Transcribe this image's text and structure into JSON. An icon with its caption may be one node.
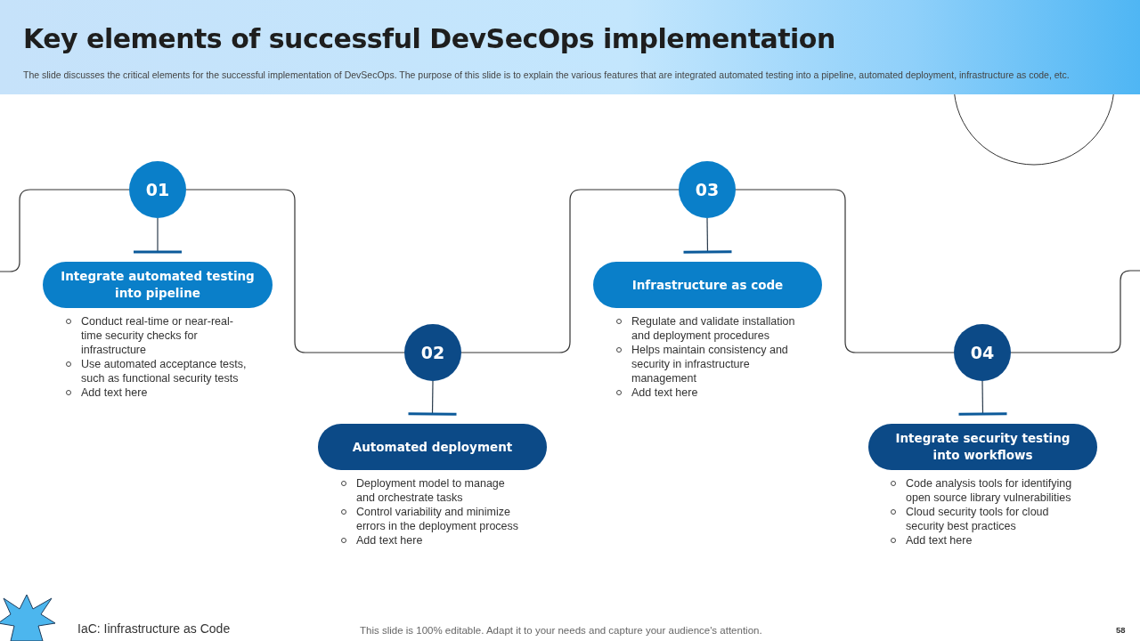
{
  "diagram": {
    "title": "Key elements of successful DevSecOps implementation",
    "nodes": [
      {
        "text": [
          "01"
        ]
      },
      {
        "text": [
          "Integrate automated testing into pipeline"
        ],
        "beside": [
          "Conduct real-time or near-real-time security checks for infrastructure",
          "Use automated acceptance tests, such as functional security tests",
          "Add text here"
        ]
      },
      {
        "text": [
          "02"
        ]
      },
      {
        "text": [
          "Automated deployment"
        ],
        "beside": [
          "Deployment model to manage and orchestrate tasks",
          "Control variability and minimize errors in the deployment process",
          "Add text here"
        ]
      },
      {
        "text": [
          "03"
        ]
      },
      {
        "text": [
          "Infrastructure as code"
        ],
        "beside": [
          "Regulate and validate installation and deployment procedures",
          "Helps maintain consistency and security in infrastructure management",
          "Add text here"
        ]
      },
      {
        "text": [
          "04"
        ]
      },
      {
        "text": [
          "Integrate security testing into workflows"
        ],
        "beside": [
          "Code analysis tools for identifying open source library vulnerabilities",
          "Cloud security tools for cloud security best practices",
          "Add text here"
        ]
      }
    ],
    "edges": [
      {
        "from": null,
        "to": 0,
        "arrow": "none"
      },
      {
        "from": 0,
        "to": 1,
        "arrow": "other"
      },
      {
        "from": 0,
        "to": 2,
        "arrow": "none"
      },
      {
        "from": 2,
        "to": 3,
        "arrow": "other"
      },
      {
        "from": 2,
        "to": 4,
        "arrow": "none"
      },
      {
        "from": 4,
        "to": 5,
        "arrow": "other"
      },
      {
        "from": 4,
        "to": 6,
        "arrow": "none"
      },
      {
        "from": 6,
        "to": 7,
        "arrow": "other"
      },
      {
        "from": 6,
        "to": null,
        "arrow": "none"
      }
    ],
    "labels": [
      "The slide discusses the critical elements for the successful implementation of DevSecOps. The purpose of this slide is to explain the various features that are integrated automated testing into a pipeline, automated deployment, infrastructure as code, etc.",
      "IaC: Iinfrastructure as Code",
      "This slide is 100% editable. Adapt it to your needs and capture your audience's attention.",
      "58"
    ]
  }
}
